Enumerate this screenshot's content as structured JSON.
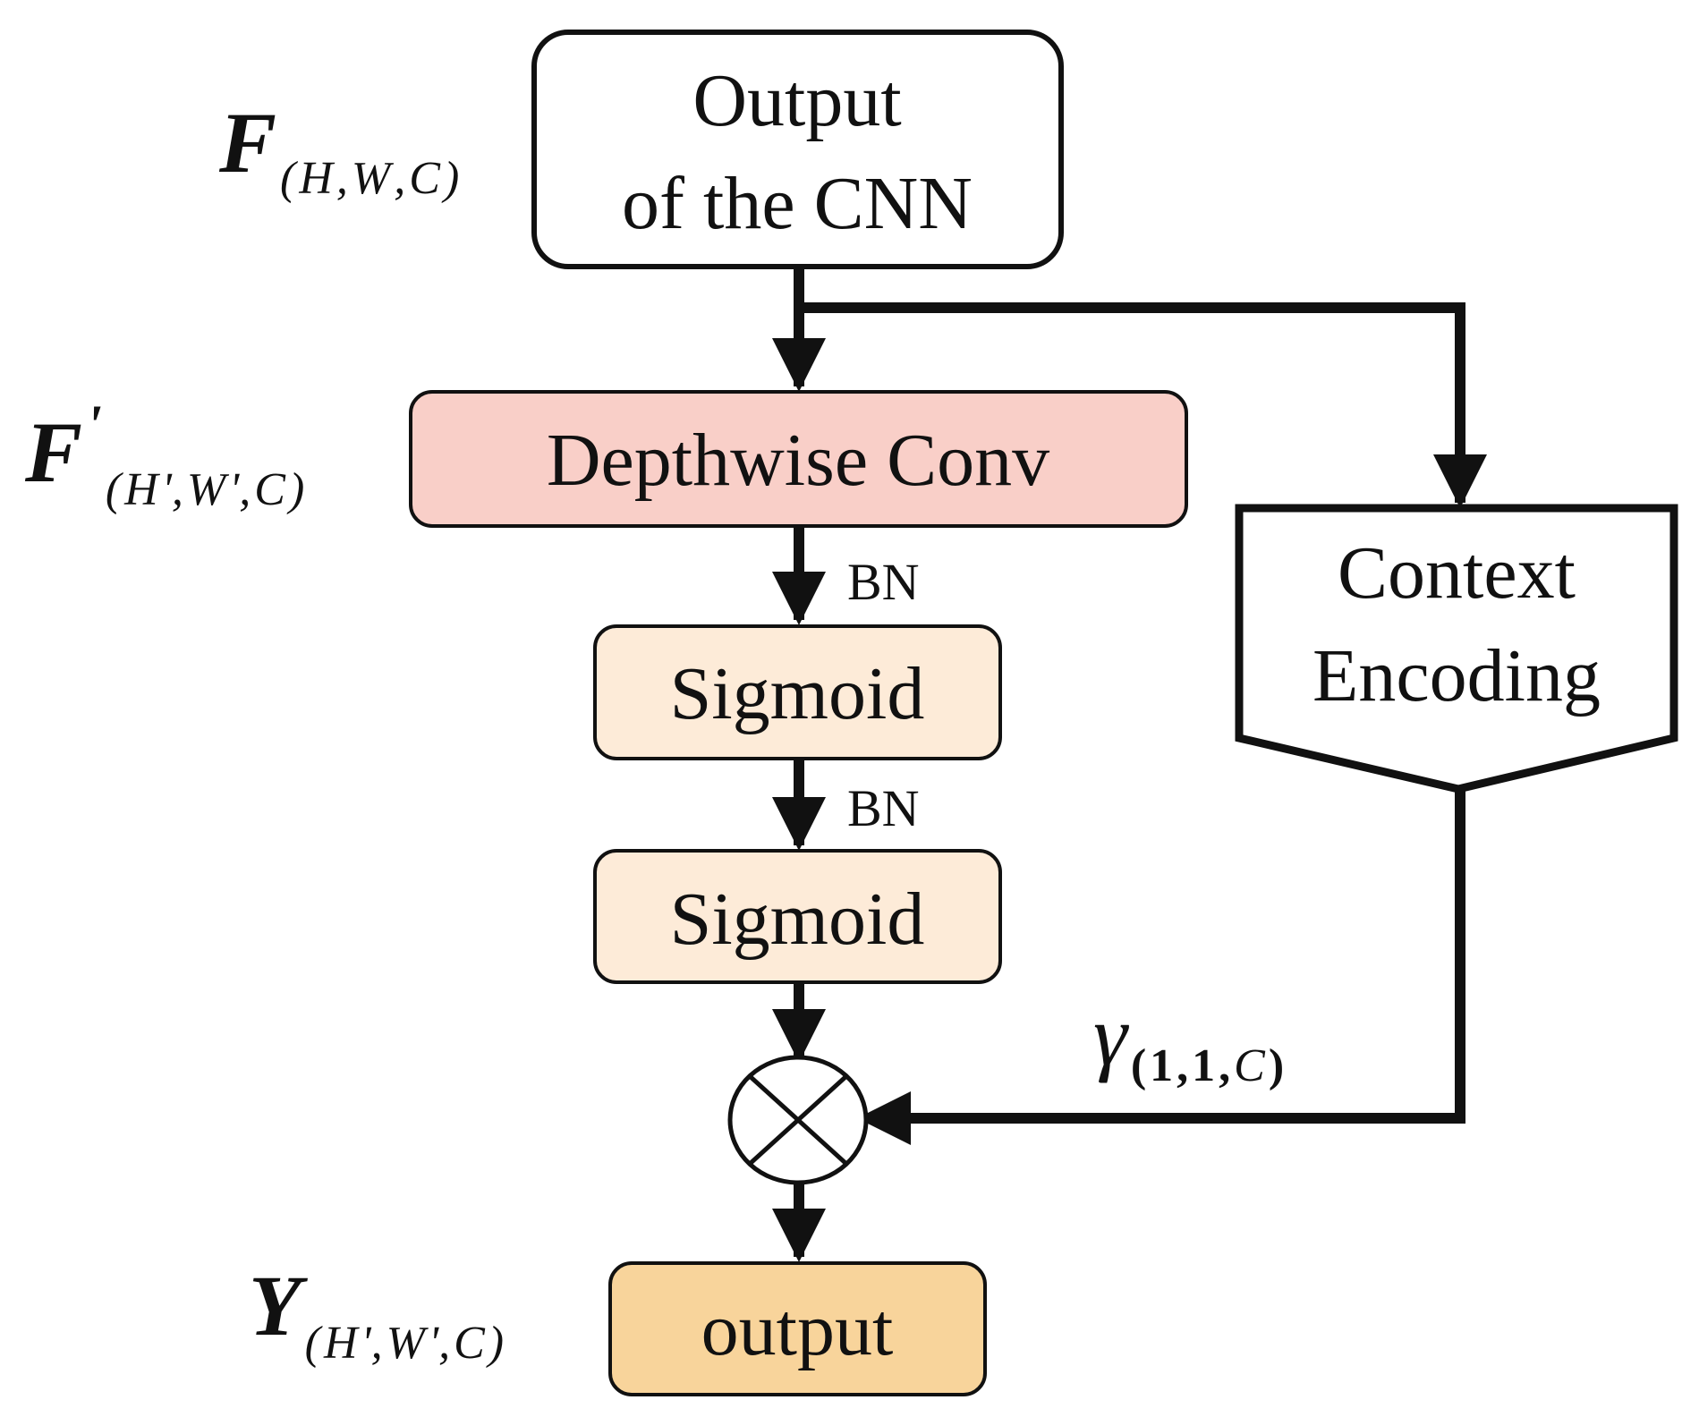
{
  "nodes": {
    "cnn_output": {
      "line1": "Output",
      "line2": "of the CNN"
    },
    "depthwise_conv": {
      "label": "Depthwise Conv",
      "fill": "#f9cfc8"
    },
    "sigmoid_1": {
      "label": "Sigmoid",
      "fill": "#fdebd8"
    },
    "sigmoid_2": {
      "label": "Sigmoid",
      "fill": "#fdebd8"
    },
    "context_encoding": {
      "line1": "Context",
      "line2": "Encoding"
    },
    "output": {
      "label": "output",
      "fill": "#f8d49b"
    }
  },
  "edge_labels": {
    "bn_1": "BN",
    "bn_2": "BN"
  },
  "math_labels": {
    "f_input": {
      "symbol": "F",
      "sub_open": "(",
      "sub_h": "H",
      "sub_sep1": " ,",
      "sub_w": "W",
      "sub_sep2": " ,",
      "sub_c": "C",
      "sub_close": ")"
    },
    "f_prime": {
      "symbol": "F",
      "prime": "'",
      "sub_open": "(",
      "sub_h": "H",
      "sub_sep1": " ',",
      "sub_w": "W",
      "sub_sep2": " ',",
      "sub_c": "C",
      "sub_close": ")"
    },
    "gamma": {
      "symbol": "γ",
      "sub_open": "(",
      "sub_1a": "1",
      "sub_sep1": ",",
      "sub_1b": "1",
      "sub_sep2": ",",
      "sub_c": "C",
      "sub_close": ")"
    },
    "y_output": {
      "symbol": "Y",
      "sub_open": "(",
      "sub_h": "H",
      "sub_sep1": " ',",
      "sub_w": "W",
      "sub_sep2": " ',",
      "sub_c": "C",
      "sub_close": ")"
    }
  },
  "operators": {
    "multiply": {
      "icon": "circle-times-icon"
    }
  },
  "colors": {
    "stroke": "#111111",
    "background": "#ffffff"
  }
}
